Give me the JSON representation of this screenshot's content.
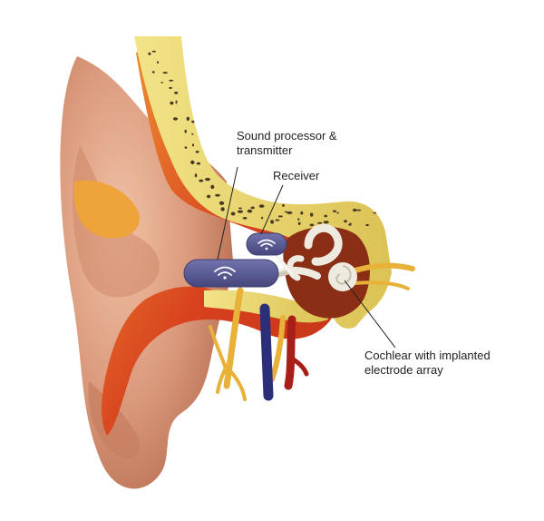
{
  "labels": {
    "sound_processor": [
      "Sound processor &",
      "transmitter"
    ],
    "receiver": "Receiver",
    "cochlear": [
      "Cochlear with implanted",
      "electrode array"
    ]
  },
  "colors": {
    "skin": "#d9977a",
    "skin_dark": "#b86e52",
    "tissue_red": "#d8401e",
    "tissue_orange": "#ec8a2c",
    "bone_yellow": "#ecd66a",
    "bone_speckle": "#4a3a25",
    "device_purple": "#5a5b93",
    "device_purple_dark": "#3f4073",
    "nerve_yellow": "#e8b23a",
    "vein_blue": "#2b2f7a",
    "artery_red": "#a81f1a",
    "cochlea_white": "#eeeae0",
    "leader_line": "#222222"
  },
  "icons": {
    "transmitter": "wireless-signal-icon",
    "receiver": "wireless-signal-icon"
  }
}
